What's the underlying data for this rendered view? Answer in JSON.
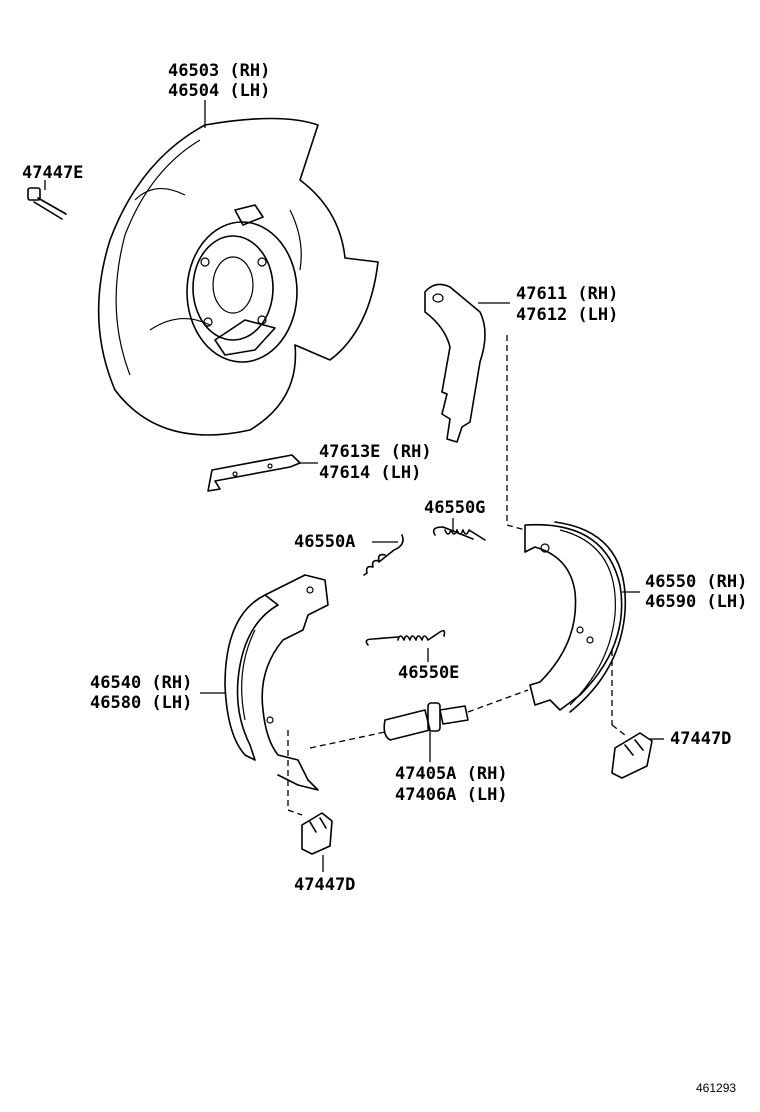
{
  "diagram": {
    "parts": [
      {
        "id": "backing_plate",
        "lines": [
          "46503 (RH)",
          "46504 (LH)"
        ]
      },
      {
        "id": "bolt",
        "lines": [
          "47447E"
        ]
      },
      {
        "id": "lever",
        "lines": [
          "47611 (RH)",
          "47612 (LH)"
        ]
      },
      {
        "id": "strut",
        "lines": [
          "47613E (RH)",
          "47614 (LH)"
        ]
      },
      {
        "id": "spring_g",
        "lines": [
          "46550G"
        ]
      },
      {
        "id": "spring_a",
        "lines": [
          "46550A"
        ]
      },
      {
        "id": "shoe_right",
        "lines": [
          "46550 (RH)",
          "46590 (LH)"
        ]
      },
      {
        "id": "shoe_left",
        "lines": [
          "46540 (RH)",
          "46580 (LH)"
        ]
      },
      {
        "id": "spring_e",
        "lines": [
          "46550E"
        ]
      },
      {
        "id": "clip_right",
        "lines": [
          "47447D"
        ]
      },
      {
        "id": "adjuster",
        "lines": [
          "47405A (RH)",
          "47406A (LH)"
        ]
      },
      {
        "id": "clip_bottom",
        "lines": [
          "47447D"
        ]
      }
    ],
    "figure_number": "461293"
  }
}
